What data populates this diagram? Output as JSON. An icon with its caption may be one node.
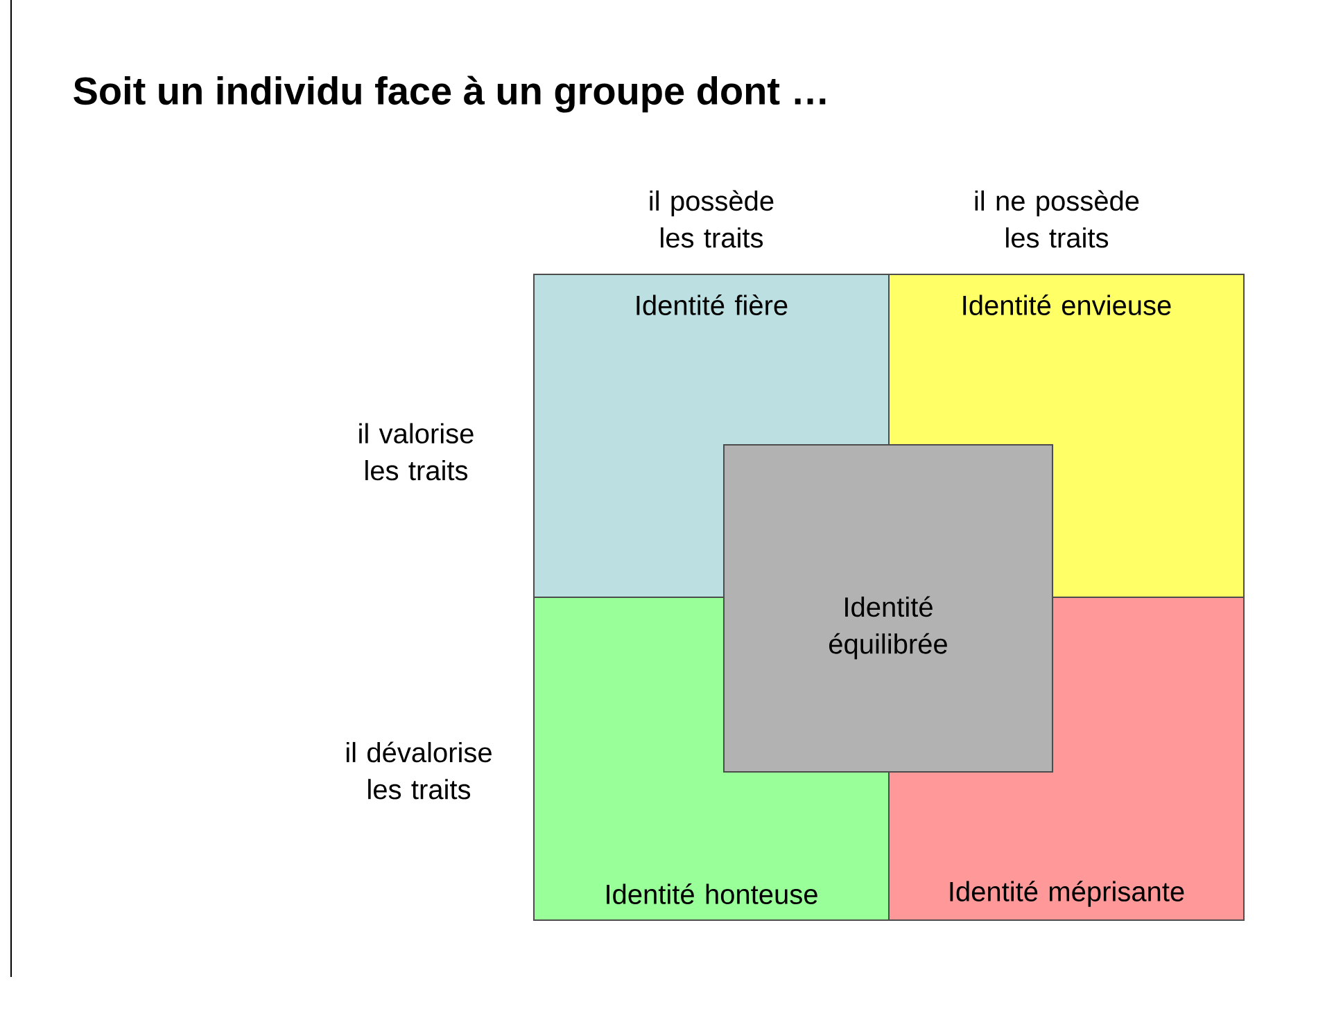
{
  "diagram": {
    "title": "Soit un individu face à un groupe dont …",
    "nodes": [
      {
        "text": [
          "Identité fière"
        ]
      },
      {
        "text": [
          "Identité envieuse"
        ]
      },
      {
        "text": [
          "Identité honteuse"
        ]
      },
      {
        "text": [
          "Identité méprisante"
        ]
      },
      {
        "text": [
          "Identité équilibrée"
        ]
      }
    ],
    "labels": [
      "il possède les traits",
      "il ne possède les traits",
      "il valorise les traits",
      "il dévalorise les traits"
    ]
  }
}
